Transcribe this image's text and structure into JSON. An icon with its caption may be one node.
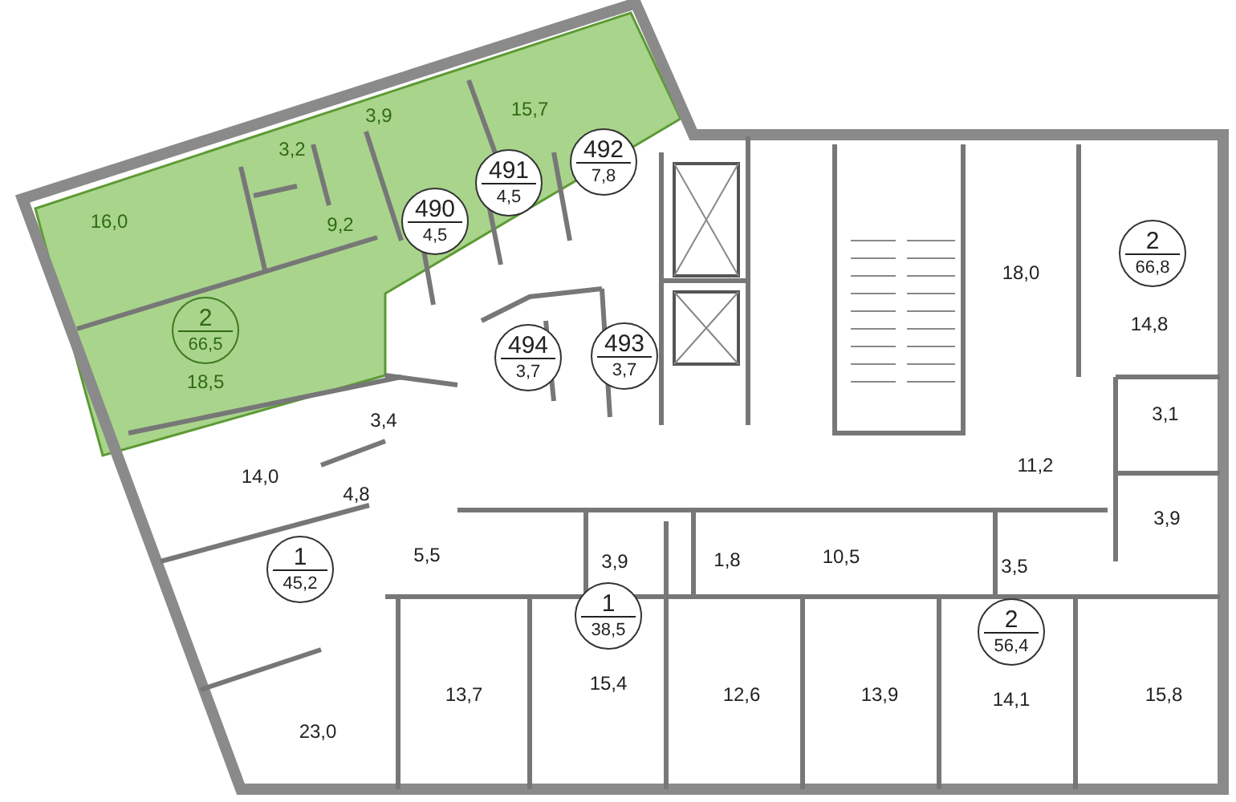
{
  "diagram": {
    "nodes": [
      {
        "text": [
          "492",
          "7,8"
        ]
      },
      {
        "text": [
          "491",
          "4,5"
        ]
      },
      {
        "text": [
          "490",
          "4,5"
        ]
      },
      {
        "text": [
          "2",
          "66,8"
        ]
      },
      {
        "text": [
          "2",
          "66,5"
        ]
      },
      {
        "text": [
          "493",
          "3,7"
        ]
      },
      {
        "text": [
          "494",
          "3,7"
        ]
      },
      {
        "text": [
          "1",
          "45,2"
        ]
      },
      {
        "text": [
          "1",
          "38,5"
        ]
      },
      {
        "text": [
          "2",
          "56,4"
        ]
      }
    ],
    "labels": [
      "15,7",
      "3,9",
      "3,2",
      "16,0",
      "9,2",
      "18,0",
      "14,8",
      "18,5",
      "3,1",
      "3,4",
      "11,2",
      "14,0",
      "4,8",
      "3,9",
      "5,5",
      "3,9",
      "1,8",
      "10,5",
      "3,5",
      "15,4",
      "13,7",
      "12,6",
      "13,9",
      "14,1",
      "15,8",
      "23,0"
    ]
  }
}
